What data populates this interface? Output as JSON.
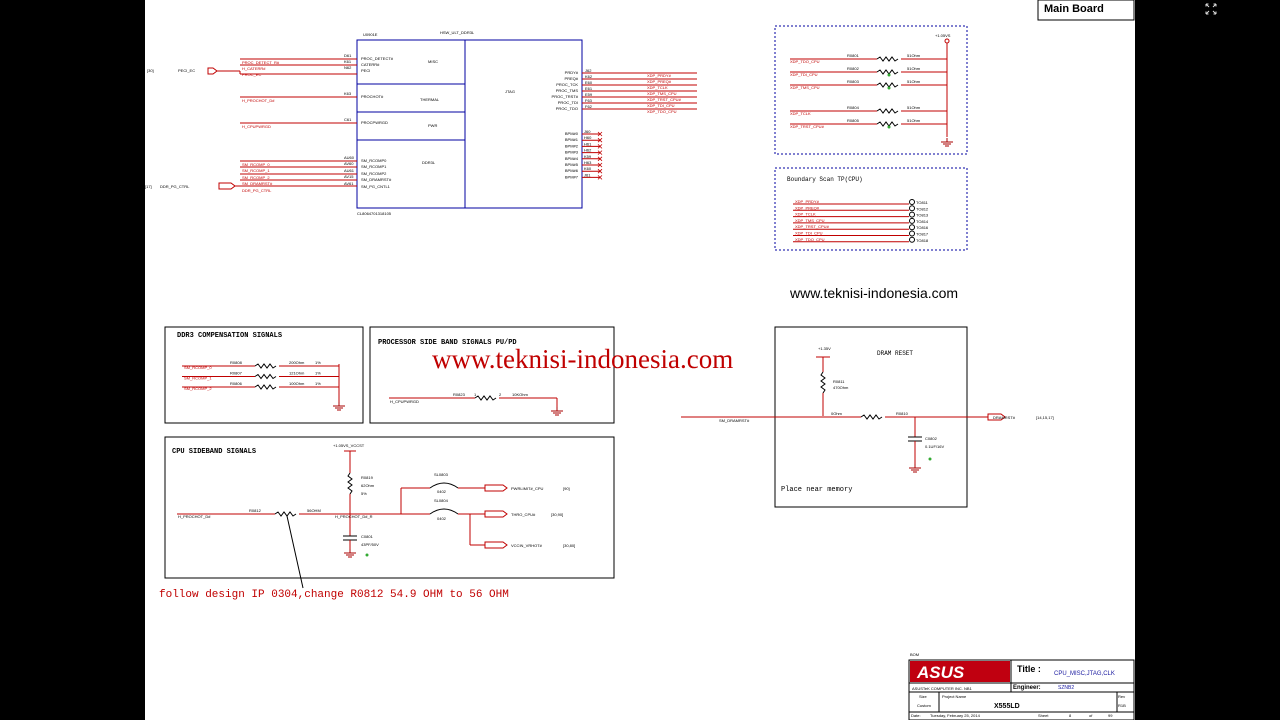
{
  "sheet_label": "Main Board",
  "watermark_top": "www.teknisi-indonesia.com",
  "watermark_mid": "www.teknisi-indonesia.com",
  "cpu": {
    "ref": "U0901E",
    "part": "CL8064701318105",
    "top": "HSW_ULT_DDR3L",
    "sec_misc": "MISC",
    "sec_thermal": "THERMAL",
    "sec_pwr": "PWR",
    "sec_ddr3l": "DDR3L",
    "sec_jtag": "JTAG",
    "left_pins": [
      {
        "pin": "D61",
        "name": "PROC_DETECT#",
        "net": "PROC_DETECT_R#"
      },
      {
        "pin": "K61",
        "name": "CATERR#",
        "net": "H_CATERR#"
      },
      {
        "pin": "N62",
        "name": "PECI",
        "net": "PROC_EC"
      },
      {
        "pin": "K63",
        "name": "PROCHOT#",
        "net": "H_PROCHOT_D#"
      },
      {
        "pin": "C61",
        "name": "PROCPWRGD",
        "net": "H_CPUPWRGD"
      },
      {
        "pin": "AU60",
        "name": "SM_RCOMP0",
        "net": "SM_RCOMP_0"
      },
      {
        "pin": "AV60",
        "name": "SM_RCOMP1",
        "net": "SM_RCOMP_1"
      },
      {
        "pin": "AU61",
        "name": "SM_RCOMP2",
        "net": "SM_RCOMP_2"
      },
      {
        "pin": "AV15",
        "name": "SM_DRAMRST#",
        "net": "SM_DRAMRST#"
      },
      {
        "pin": "AV61",
        "name": "SM_PG_CNTL1",
        "net": "DDR_PG_CTRL"
      }
    ],
    "right_pins": [
      {
        "pin": "J62",
        "name": "PRDY#",
        "net": "XDP_PRDY#"
      },
      {
        "pin": "K62",
        "name": "PREQ#",
        "net": "XDP_PREQ#"
      },
      {
        "pin": "E60",
        "name": "PROC_TCK",
        "net": "XDP_TCLK"
      },
      {
        "pin": "E61",
        "name": "PROC_TMS",
        "net": "XDP_TMS_CPU"
      },
      {
        "pin": "E59",
        "name": "PROC_TRST#",
        "net": "XDP_TRST_CPU#"
      },
      {
        "pin": "F63",
        "name": "PROC_TDI",
        "net": "XDP_TDI_CPU"
      },
      {
        "pin": "F62",
        "name": "PROC_TDO",
        "net": "XDP_TDO_CPU"
      }
    ],
    "bpm_pins": [
      {
        "pin": "J60",
        "name": "BPM#0"
      },
      {
        "pin": "H60",
        "name": "BPM#1"
      },
      {
        "pin": "H61",
        "name": "BPM#2"
      },
      {
        "pin": "H62",
        "name": "BPM#3"
      },
      {
        "pin": "K59",
        "name": "BPM#4"
      },
      {
        "pin": "H63",
        "name": "BPM#5"
      },
      {
        "pin": "K60",
        "name": "BPM#6"
      },
      {
        "pin": "J61",
        "name": "BPM#7"
      }
    ],
    "peci_ref": "[30]",
    "peci_net": "PECI_EC",
    "ddr_ref": "[17]",
    "ddr_net": "DDR_PG_CTRL"
  },
  "xdp_pu": {
    "rail": "+1.05VS",
    "rows": [
      {
        "net": "XDP_TDO_CPU",
        "ref": "R0801",
        "val": "51Ohm"
      },
      {
        "net": "XDP_TDI_CPU",
        "ref": "R0802",
        "val": "51Ohm"
      },
      {
        "net": "XDP_TMS_CPU",
        "ref": "R0803",
        "val": "51Ohm"
      },
      {
        "net": "XDP_TCLK",
        "ref": "R0804",
        "val": "51Ohm"
      },
      {
        "net": "XDP_TRST_CPU#",
        "ref": "R0805",
        "val": "51Ohm"
      }
    ]
  },
  "boundary": {
    "title": "Boundary Scan TP(CPU)",
    "rows": [
      {
        "net": "XDP_PRDY#",
        "tp": "TO811"
      },
      {
        "net": "XDP_PREQ#",
        "tp": "TO812"
      },
      {
        "net": "XDP_TCLK",
        "tp": "TO813"
      },
      {
        "net": "XDP_TMS_CPU",
        "tp": "TO814"
      },
      {
        "net": "XDP_TRST_CPU#",
        "tp": "TO816"
      },
      {
        "net": "XDP_TDI_CPU",
        "tp": "TO817"
      },
      {
        "net": "XDP_TDO_CPU",
        "tp": "TO818"
      }
    ]
  },
  "ddr3": {
    "title": "DDR3 COMPENSATION SIGNALS",
    "rows": [
      {
        "net": "SM_RCOMP_0",
        "ref": "R0808",
        "val": "200Ohm",
        "tol": "1%"
      },
      {
        "net": "SM_RCOMP_1",
        "ref": "R0807",
        "val": "121Ohm",
        "tol": "1%"
      },
      {
        "net": "SM_RCOMP_2",
        "ref": "R0806",
        "val": "100Ohm",
        "tol": "1%"
      }
    ]
  },
  "sideband_pu": {
    "title": "PROCESSOR SIDE BAND SIGNALS PU/PD",
    "net": "H_CPUPWRGD",
    "ref": "R0823",
    "val": "10KOhm"
  },
  "dram_reset": {
    "title": "DRAM RESET",
    "rail": "+1.35V",
    "r_top_ref": "R0811",
    "r_top_val": "470Ohm",
    "r_ser_val": "0Ohm",
    "r_ser_ref": "R0810",
    "in_net": "SM_DRAMRST#",
    "out_net": "DRAMRST#",
    "out_ref": "[14,15,17]",
    "cap_ref": "C0802",
    "cap_val": "0.1UF/16V",
    "note": "Place near memory"
  },
  "cpu_sideband": {
    "title": "CPU SIDEBAND SIGNALS",
    "rail": "+1.05VS_VCCST",
    "r_pu_ref": "R0819",
    "r_pu_val": "62Ohm",
    "r_pu_tol": "5%",
    "r_ser_ref": "R0812",
    "r_ser_val": "56OHM",
    "in_net": "H_PROCHOT_D#",
    "mid_net": "H_PROCHOT_D#_R",
    "cap_ref": "C0801",
    "cap_val": "43PF/50V",
    "sl1_ref": "SL0803",
    "sl1_val": "0402",
    "sl2_ref": "SL0804",
    "sl2_val": "0402",
    "out1_net": "PWRLIMIT#_CPU",
    "out1_ref": "[90]",
    "out2_net": "THRO_CPU#",
    "out2_ref": "[30,90]",
    "out3_net": "VCCIN_VRHOT#",
    "out3_ref": "[30,80]"
  },
  "annotation": "follow design IP 0304,change R0812 54.9 OHM to 56 OHM",
  "title_block": {
    "bom": "BOM",
    "logo": "ASUS",
    "title_label": "Title :",
    "title": "CPU_MISC,JTAG,CLK",
    "company": "ASUSTeK COMPUTER INC. NB1",
    "engineer_label": "Engineer:",
    "engineer": "SZNB2",
    "size_label": "Size",
    "size": "Custom",
    "project_label": "Project Name",
    "project": "X555LD",
    "rev_label": "Rev",
    "rev": "R1B",
    "date_label": "Date:",
    "date": "Tuesday, February 25, 2014",
    "sheet_label": "Sheet",
    "sheet_no": "8",
    "of_label": "of",
    "sheet_total": "99"
  }
}
